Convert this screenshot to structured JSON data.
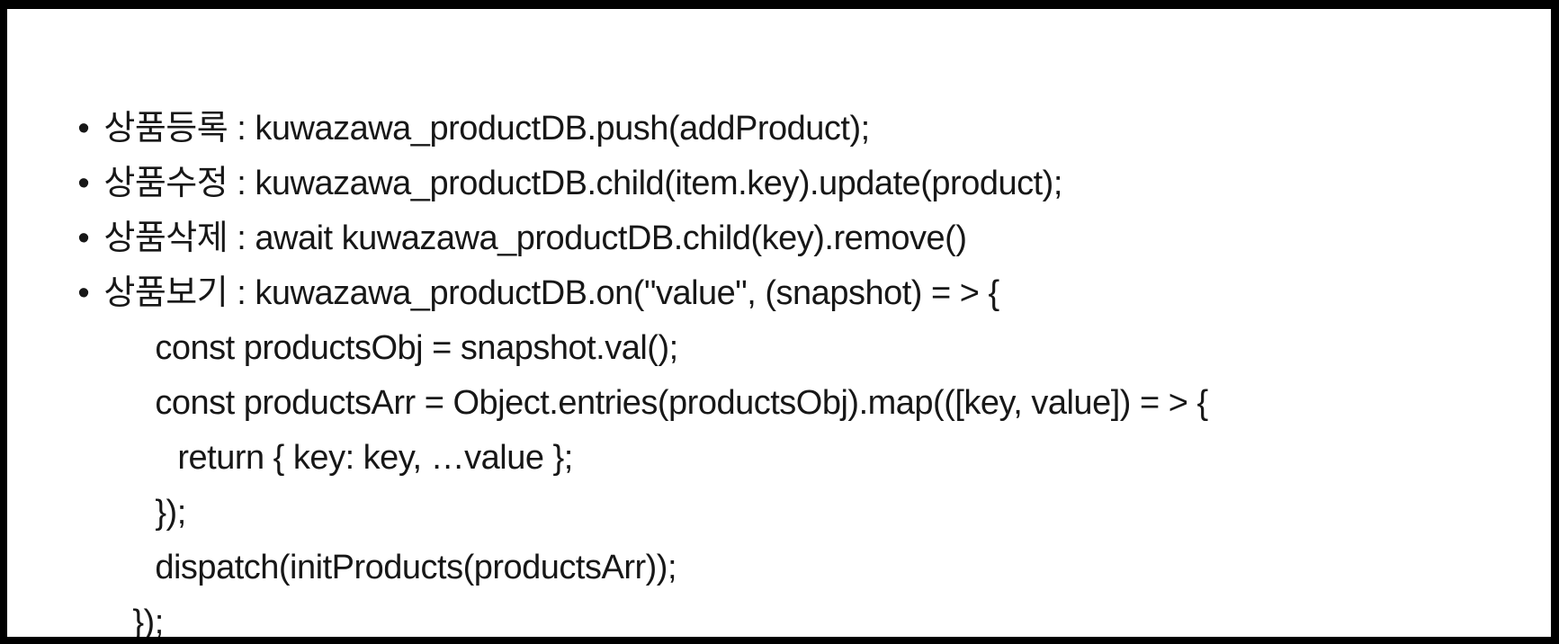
{
  "slide": {
    "bullet_char": "•",
    "colors": {
      "background": "#ffffff",
      "border": "#000000",
      "text": "#171717"
    },
    "lines": [
      {
        "type": "bullet",
        "label": "상품등록",
        "separator": " : ",
        "code": "kuwazawa_productDB.push(addProduct);"
      },
      {
        "type": "bullet",
        "label": "상품수정",
        "separator": " : ",
        "code": "kuwazawa_productDB.child(item.key).update(product);"
      },
      {
        "type": "bullet",
        "label": "상품삭제",
        "separator": " : ",
        "code": "await kuwazawa_productDB.child(key).remove()"
      },
      {
        "type": "bullet",
        "label": "상품보기",
        "separator": " : ",
        "code": "kuwazawa_productDB.on(\"value\", (snapshot) = > {"
      },
      {
        "type": "code",
        "indent": 1,
        "code": "const productsObj = snapshot.val();"
      },
      {
        "type": "code",
        "indent": 1,
        "code": "const productsArr = Object.entries(productsObj).map(([key, value]) = > {"
      },
      {
        "type": "code",
        "indent": 2,
        "code": "return { key: key, …value };"
      },
      {
        "type": "code",
        "indent": 1,
        "code": "});"
      },
      {
        "type": "code",
        "indent": 1,
        "code": "dispatch(initProducts(productsArr));"
      },
      {
        "type": "code",
        "indent": 0,
        "code": "});"
      }
    ]
  }
}
